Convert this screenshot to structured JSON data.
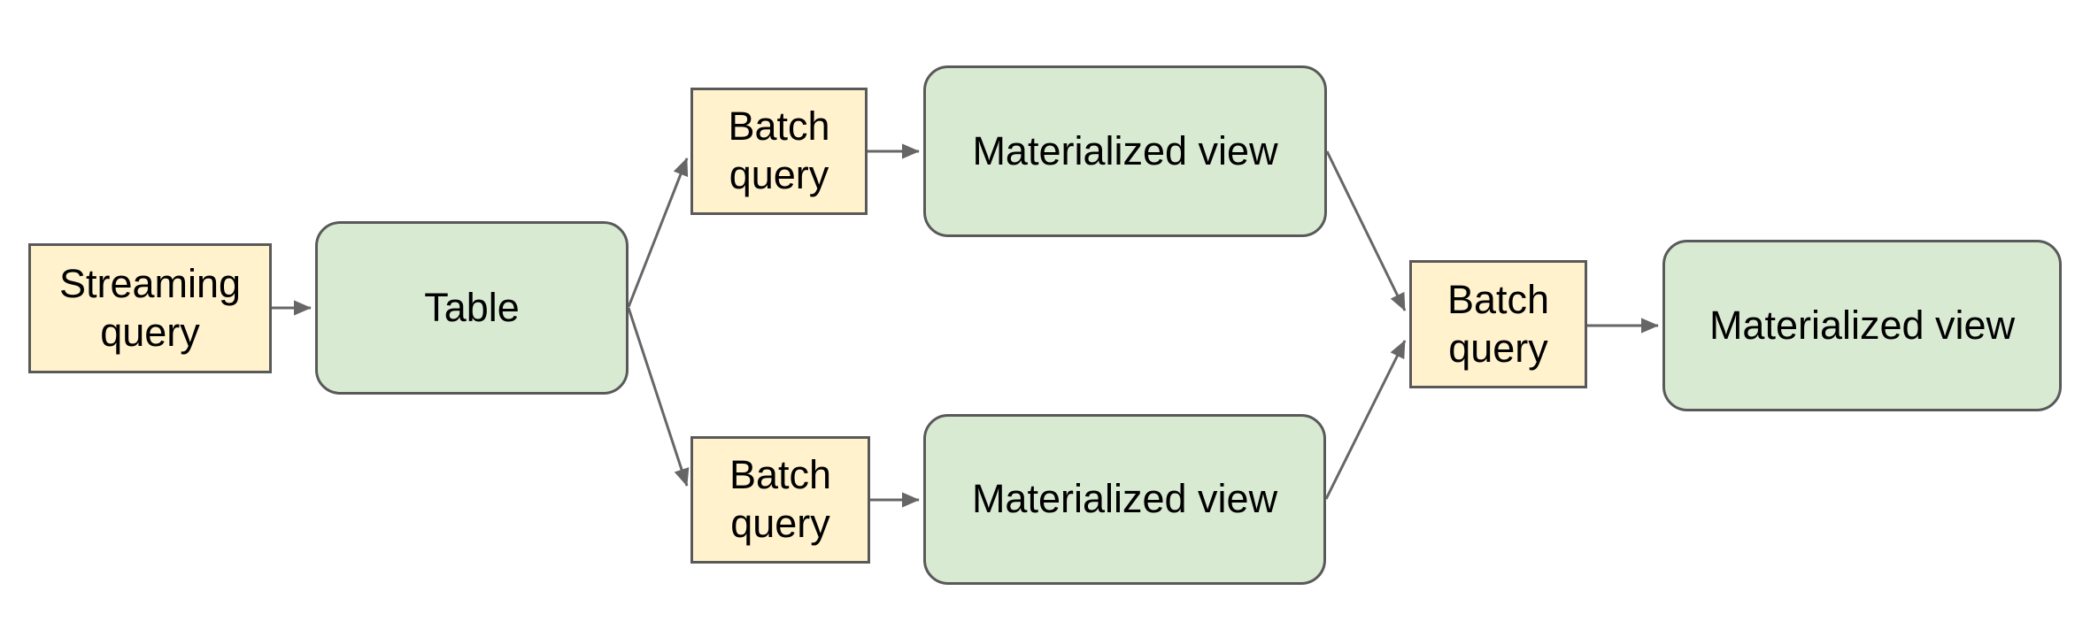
{
  "diagram": {
    "colors": {
      "background": "#ffffff",
      "query_box_fill": "#fff2cc",
      "storage_box_fill": "#d9ead3",
      "box_border": "#595959",
      "arrow": "#666666",
      "label_text": "#000000"
    },
    "nodes": [
      {
        "id": "streaming-query",
        "label": "Streaming query",
        "kind": "query",
        "shape": "rectangle"
      },
      {
        "id": "table",
        "label": "Table",
        "kind": "storage",
        "shape": "rounded-rectangle"
      },
      {
        "id": "batch-query-top",
        "label": "Batch query",
        "kind": "query",
        "shape": "rectangle"
      },
      {
        "id": "materialized-view-top",
        "label": "Materialized view",
        "kind": "storage",
        "shape": "rounded-rectangle"
      },
      {
        "id": "batch-query-bottom",
        "label": "Batch query",
        "kind": "query",
        "shape": "rectangle"
      },
      {
        "id": "materialized-view-bottom",
        "label": "Materialized view",
        "kind": "storage",
        "shape": "rounded-rectangle"
      },
      {
        "id": "batch-query-right",
        "label": "Batch query",
        "kind": "query",
        "shape": "rectangle"
      },
      {
        "id": "materialized-view-right",
        "label": "Materialized view",
        "kind": "storage",
        "shape": "rounded-rectangle"
      }
    ],
    "edges": [
      {
        "from": "streaming-query",
        "to": "table"
      },
      {
        "from": "table",
        "to": "batch-query-top"
      },
      {
        "from": "table",
        "to": "batch-query-bottom"
      },
      {
        "from": "batch-query-top",
        "to": "materialized-view-top"
      },
      {
        "from": "batch-query-bottom",
        "to": "materialized-view-bottom"
      },
      {
        "from": "materialized-view-top",
        "to": "batch-query-right"
      },
      {
        "from": "materialized-view-bottom",
        "to": "batch-query-right"
      },
      {
        "from": "batch-query-right",
        "to": "materialized-view-right"
      }
    ]
  }
}
